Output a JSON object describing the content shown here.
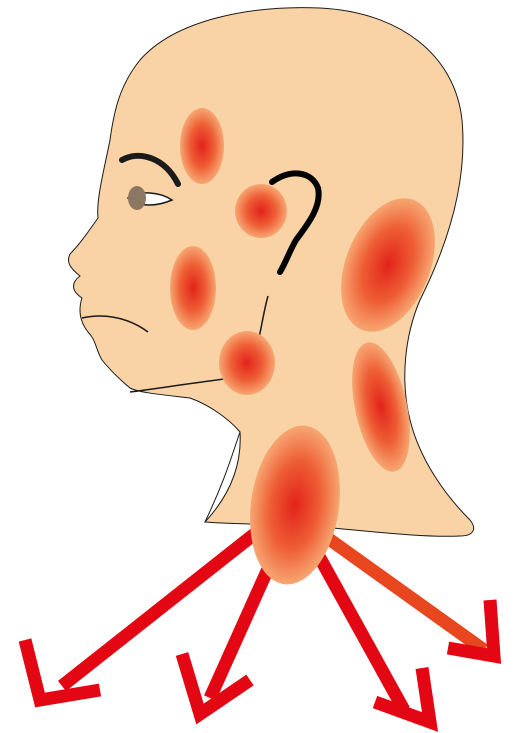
{
  "diagram": {
    "subject": "head-profile-with-inflamed-regions",
    "colors": {
      "background": "#ffffff",
      "skin": "#f9d3a5",
      "outline": "#1a1a1a",
      "eye_iris": "#8b7762",
      "hotspot_center": "#e2231a",
      "hotspot_mid": "#ee5d35",
      "hotspot_edge": "#f7a772",
      "arrow": "#e30613",
      "arrow_secondary": "#e8461e"
    },
    "hotspots": [
      {
        "name": "temple-hotspot"
      },
      {
        "name": "pre-auricular-hotspot"
      },
      {
        "name": "cheek-hotspot"
      },
      {
        "name": "jaw-angle-hotspot"
      },
      {
        "name": "posterior-neck-upper-hotspot"
      },
      {
        "name": "posterior-neck-lower-hotspot"
      },
      {
        "name": "anterior-neck-hotspot"
      }
    ],
    "arrows": [
      {
        "name": "arrow-lower-left",
        "color": "#e30613"
      },
      {
        "name": "arrow-down-left",
        "color": "#e30613"
      },
      {
        "name": "arrow-down-right",
        "color": "#e30613"
      },
      {
        "name": "arrow-right",
        "color": "#e8461e"
      }
    ]
  }
}
